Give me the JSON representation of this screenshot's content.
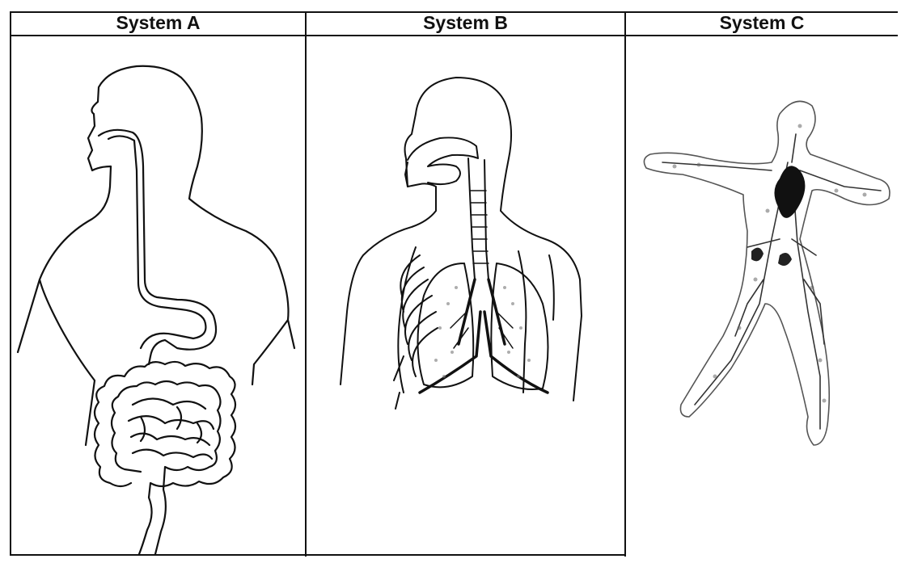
{
  "columns": [
    {
      "id": "a",
      "label": "System A",
      "depicts": "digestive-system"
    },
    {
      "id": "b",
      "label": "System B",
      "depicts": "respiratory-system"
    },
    {
      "id": "c",
      "label": "System C",
      "depicts": "circulatory-system"
    }
  ],
  "colors": {
    "line": "#111111",
    "stipple": "#555555",
    "background": "#ffffff"
  }
}
